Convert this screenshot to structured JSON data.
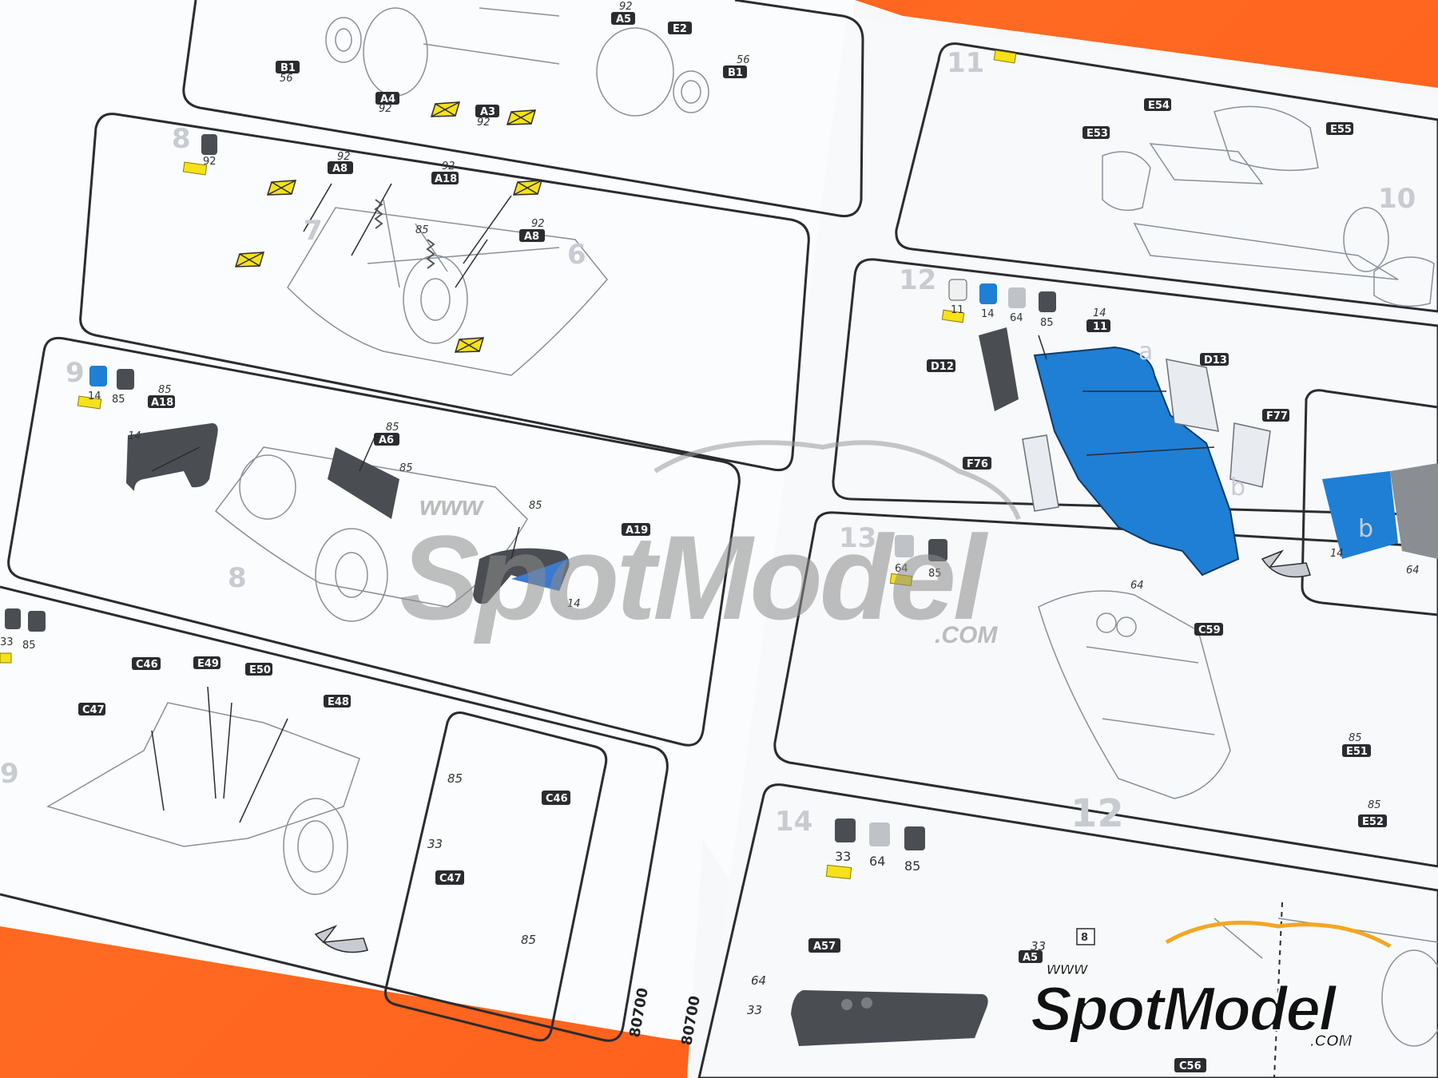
{
  "steps": {
    "s8": "8",
    "s9": "9",
    "s11": "11",
    "s12": "12",
    "s13": "13",
    "s14": "14"
  },
  "sub_numbers": {
    "n7": "7",
    "n6": "6",
    "n8": "8",
    "n10": "10",
    "n12": "12",
    "n9": "9"
  },
  "parts": {
    "B1a": "B1",
    "B1b": "B1",
    "A4": "A4",
    "A3": "A3",
    "A5": "A5",
    "E2": "E2",
    "A8a": "A8",
    "A18a": "A18",
    "A8b": "A8",
    "A18b": "A18",
    "A6": "A6",
    "A19": "A19",
    "C46a": "C46",
    "E49": "E49",
    "E50": "E50",
    "C47a": "C47",
    "E48": "E48",
    "C46b": "C46",
    "C47b": "C47",
    "E54": "E54",
    "E53": "E53",
    "E55": "E55",
    "D12": "D12",
    "p11": "11",
    "D13": "D13",
    "F77": "F77",
    "F76": "F76",
    "C59": "C59",
    "E51": "E51",
    "E52": "E52",
    "A57": "A57",
    "A5x": "A5",
    "C56": "C56",
    "box8": "8"
  },
  "colors": {
    "c92a": "92",
    "c14a": "14",
    "c85a": "85",
    "c33a": "33",
    "c85b": "85",
    "c11": "11",
    "c14b": "14",
    "c64a": "64",
    "c85c": "85",
    "c64b": "64",
    "c85d": "85",
    "c33b": "33",
    "c64c": "64",
    "c85e": "85"
  },
  "callouts": {
    "k56a": "56",
    "k92a": "92",
    "k92b": "92",
    "k92c": "92",
    "k56b": "56",
    "k92d": "92",
    "k92e": "92",
    "k85a": "85",
    "k92f": "92",
    "k14a": "14",
    "k85b": "85",
    "k85c": "85",
    "k85d": "85",
    "k85e": "85",
    "k14b": "14",
    "k85f": "85",
    "k33a": "33",
    "k85g": "85",
    "k14c": "14",
    "k14d": "14",
    "k64a": "64",
    "k64b": "64",
    "k85h": "85",
    "k85i": "85",
    "k64c": "64",
    "k33c": "33",
    "k33d": "33",
    "ka": "a",
    "kb": "b",
    "kb2": "b"
  },
  "codes": {
    "left": "80700",
    "right": "80700"
  },
  "watermark": {
    "brand": "SpotModel",
    "www": "www",
    "com": ".COM"
  },
  "accent": {
    "blue": "#1f7fd4",
    "yellow": "#f7e11a",
    "orange": "#ff5a1a",
    "grey": "#4a4d52"
  }
}
